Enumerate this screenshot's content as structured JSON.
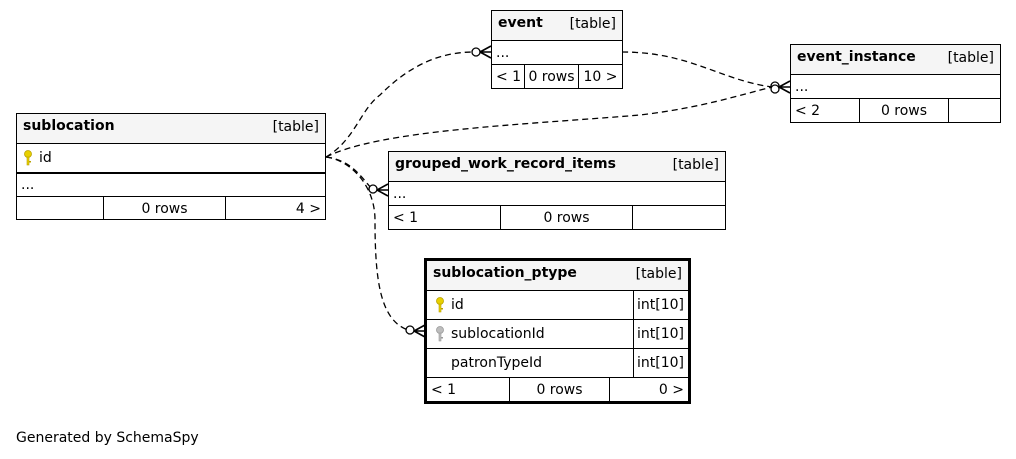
{
  "tables": {
    "event": {
      "name": "event",
      "type": "[table]",
      "rows": [
        "..."
      ],
      "footer": {
        "parents": "< 1",
        "rows": "0 rows",
        "children": "10 >"
      }
    },
    "event_instance": {
      "name": "event_instance",
      "type": "[table]",
      "rows": [
        "..."
      ],
      "footer": {
        "parents": "< 2",
        "rows": "0 rows",
        "children": ""
      }
    },
    "sublocation": {
      "name": "sublocation",
      "type": "[table]",
      "pk": "id",
      "rows": [
        "..."
      ],
      "footer": {
        "parents": "",
        "rows": "0 rows",
        "children": "4 >"
      }
    },
    "grouped_work_record_items": {
      "name": "grouped_work_record_items",
      "type": "[table]",
      "rows": [
        "..."
      ],
      "footer": {
        "parents": "< 1",
        "rows": "0 rows",
        "children": ""
      }
    },
    "sublocation_ptype": {
      "name": "sublocation_ptype",
      "type": "[table]",
      "columns": [
        {
          "name": "id",
          "type": "int[10]",
          "key": "primary"
        },
        {
          "name": "sublocationId",
          "type": "int[10]",
          "key": "foreign"
        },
        {
          "name": "patronTypeId",
          "type": "int[10]",
          "key": "none"
        }
      ],
      "footer": {
        "parents": "< 1",
        "rows": "0 rows",
        "children": "0 >"
      }
    }
  },
  "generated_by": "Generated by SchemaSpy",
  "colors": {
    "primary_key": "#e8d000",
    "foreign_key": "#bdbdbd",
    "header_bg": "#f5f5f5"
  }
}
